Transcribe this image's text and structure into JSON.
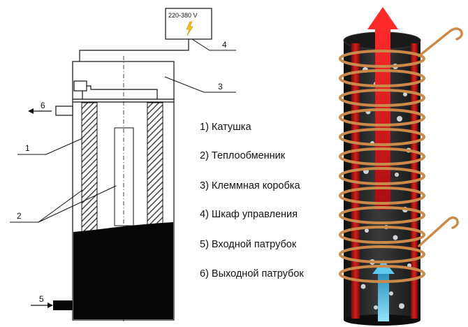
{
  "diagram": {
    "control_box": {
      "voltage_label": "220-380 V"
    },
    "callouts": [
      "1",
      "2",
      "3",
      "4",
      "5",
      "6"
    ],
    "legend": [
      "1) Катушка",
      "2) Теплообменник",
      "3) Клеммная коробка",
      "4) Шкаф управления",
      "5) Входной патрубок",
      "6) Выходной патрубок"
    ],
    "colors": {
      "outline": "#111111",
      "hatch": "#555555",
      "coil": "#c98a4a",
      "pipe_body": "#2e2e2e",
      "pipe_stripe": "#c31a1a",
      "hot_arrow": "#e0141c",
      "cold_arrow": "#4fc3e8",
      "bubbles": "#dfe6ec",
      "lightning": "#f2c21b"
    },
    "icons": [
      "lightning-icon",
      "arrow-left-icon",
      "arrow-right-icon",
      "hot-flow-arrow-icon",
      "cold-flow-arrow-icon"
    ]
  }
}
